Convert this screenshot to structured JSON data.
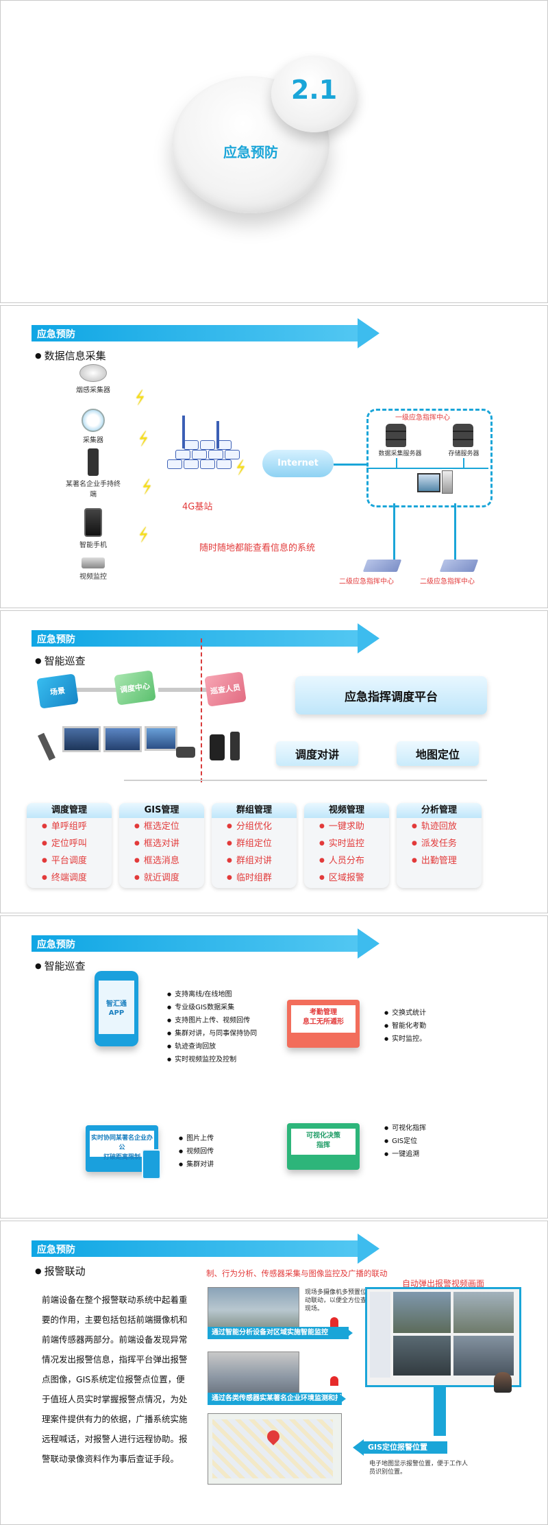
{
  "slide1": {
    "number": "2.1",
    "title": "应急预防"
  },
  "header_label": "应急预防",
  "slide2": {
    "subtitle": "数据信息采集",
    "devices": [
      "烟感采集器",
      "采集器",
      "某著名企业手持终端",
      "智能手机",
      "视频监控"
    ],
    "base_station": "4G基站",
    "internet": "Internet",
    "caption": "随时随地都能查看信息的系统",
    "center": "一级应急指挥中心",
    "server1": "数据采集服务器",
    "server2": "存储服务器",
    "sub1": "二级应急指挥中心",
    "sub2": "二级应急指挥中心"
  },
  "slide3": {
    "subtitle": "智能巡查",
    "cube1": "场景",
    "cube2": "调度中心",
    "cube3": "巡查人员",
    "platform": "应急指挥调度平台",
    "sub_left": "调度对讲",
    "sub_right": "地图定位",
    "cards": [
      {
        "title": "调度管理",
        "items": [
          "单呼组呼",
          "定位呼叫",
          "平台调度",
          "终端调度"
        ]
      },
      {
        "title": "GIS管理",
        "items": [
          "框选定位",
          "框选对讲",
          "框选消息",
          "就近调度"
        ]
      },
      {
        "title": "群组管理",
        "items": [
          "分组优化",
          "群组定位",
          "群组对讲",
          "临时组群"
        ]
      },
      {
        "title": "视频管理",
        "items": [
          "一键求助",
          "实时监控",
          "人员分布",
          "区域报警"
        ]
      },
      {
        "title": "分析管理",
        "items": [
          "轨迹回放",
          "派发任务",
          "出勤管理"
        ]
      }
    ]
  },
  "slide4": {
    "subtitle": "智能巡查",
    "app_title": "智汇通",
    "app_sub": "APP",
    "app_features": [
      "支持离线/在线地图",
      "专业级GIS数据采集",
      "支持图片上传、视频回传",
      "集群对讲，与同事保持协同",
      "轨迹查询回放",
      "实时视频监控及控制"
    ],
    "red_title1": "考勤管理",
    "red_title2": "息工无所遁形",
    "red_features": [
      "交换式统计",
      "智能化考勤",
      "实时监控。"
    ],
    "blue_title1": "实时协同某著名企业办公",
    "blue_title2": "打破距离限制",
    "blue_features": [
      "图片上传",
      "视频回传",
      "集群对讲"
    ],
    "green_title1": "可视化决策",
    "green_title2": "指挥",
    "green_features": [
      "可视化指挥",
      "GIS定位",
      "一键追溯"
    ]
  },
  "slide5": {
    "subtitle": "报警联动",
    "top_caption": "制、行为分析、传感器采集与图像监控及广播的联动",
    "paragraph": "前端设备在整个报警联动系统中起着重要的作用，主要包括包括前端摄像机和前端传感器两部分。前端设备发现异常情况发出报警信息，指挥平台弹出报警点图像，GIS系统定位报警点位置，便于值班人员实时掌握报警点情况，为处理案件提供有力的依据，广播系统实施远程喊话，对报警人进行远程协助。报警联动录像资料作为事后查证手段。",
    "note1": "现场多摄像机多预置位自动联动，以便全方位查看现场。",
    "popup": "自动弹出报警视频画面",
    "banner1": "通过智能分析设备对区域实施智能监控",
    "banner2": "通过各类传感器实某著名企业环境监测和报警",
    "banner3": "GIS定位报警位置",
    "note2": "电子地图显示报警位置，便于工作人员识别位置。"
  }
}
